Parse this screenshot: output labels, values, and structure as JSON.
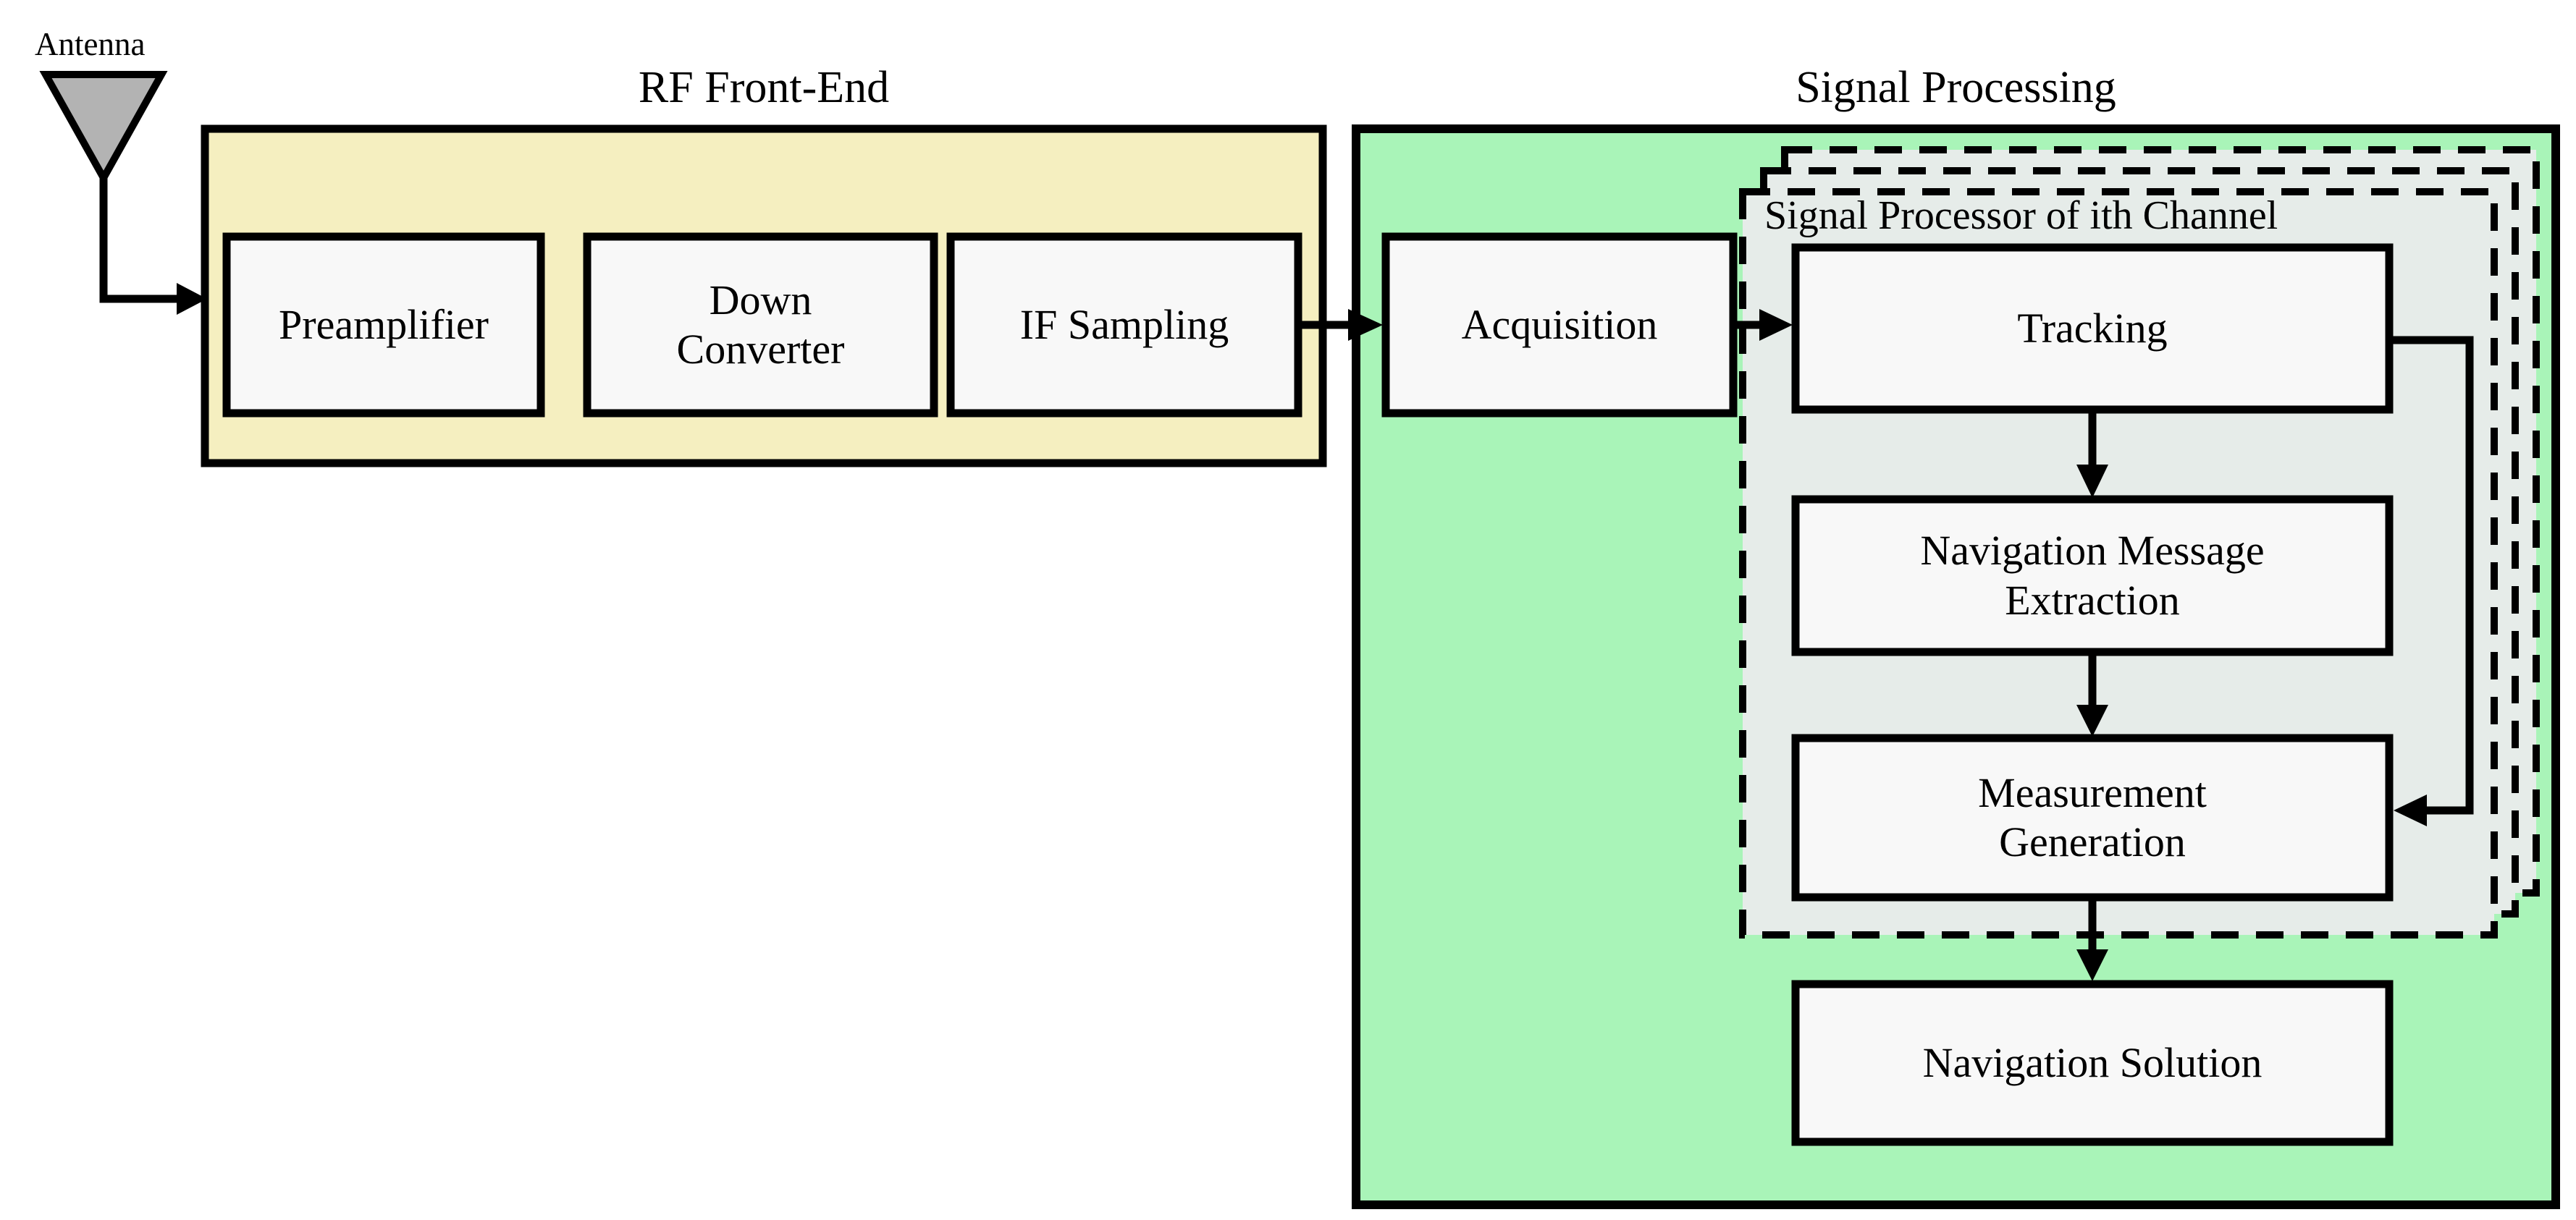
{
  "diagram": {
    "antenna": {
      "label": "Antenna"
    },
    "rf_front_end": {
      "title": "RF Front-End",
      "blocks": [
        {
          "label": "Preamplifier"
        },
        {
          "label": "Down\nConverter"
        },
        {
          "label": "IF Sampling"
        }
      ]
    },
    "signal_processing": {
      "title": "Signal Processing",
      "acquisition": {
        "label": "Acquisition"
      },
      "channel_processor": {
        "label": "Signal Processor of ith Channel",
        "blocks": [
          {
            "label": "Tracking"
          },
          {
            "label": "Navigation Message\nExtraction"
          },
          {
            "label": "Measurement\nGeneration"
          }
        ]
      },
      "navigation_solution": {
        "label": "Navigation Solution"
      }
    },
    "colors": {
      "rf_fill": "#F5EFC0",
      "sp_fill": "#A9F4B8",
      "channel_fill": "#E6ECE9",
      "block_fill": "#F8F8F8",
      "antenna_fill": "#B3B3B3",
      "line": "#000000"
    }
  }
}
